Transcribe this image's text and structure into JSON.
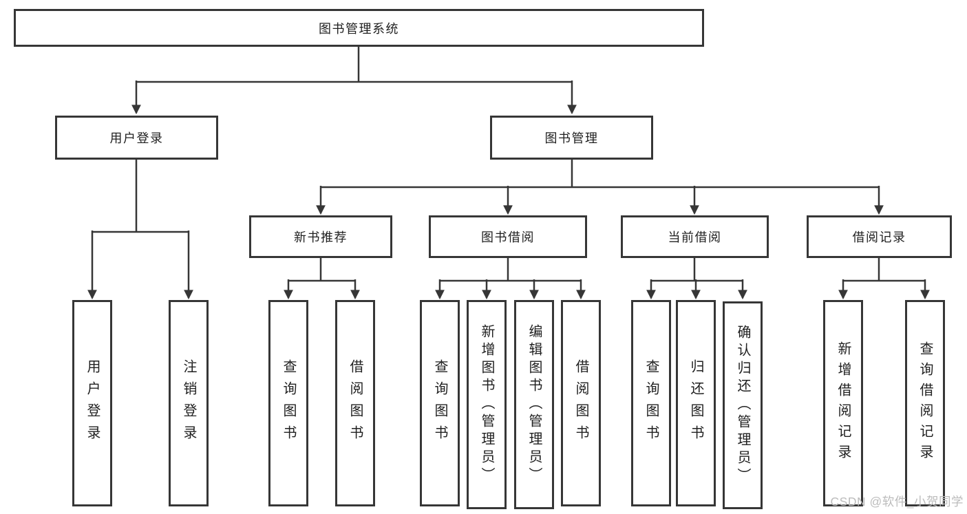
{
  "diagram": {
    "root": {
      "label": "图书管理系统"
    },
    "level2": [
      {
        "label": "用户登录"
      },
      {
        "label": "图书管理"
      }
    ],
    "level3": [
      {
        "label": "新书推荐",
        "parent": "图书管理"
      },
      {
        "label": "图书借阅",
        "parent": "图书管理"
      },
      {
        "label": "当前借阅",
        "parent": "图书管理"
      },
      {
        "label": "借阅记录",
        "parent": "图书管理"
      }
    ],
    "leaves": [
      {
        "label": "用户登录",
        "parent": "用户登录"
      },
      {
        "label": "注销登录",
        "parent": "用户登录"
      },
      {
        "label": "查询图书",
        "parent": "新书推荐"
      },
      {
        "label": "借阅图书",
        "parent": "新书推荐"
      },
      {
        "label": "查询图书",
        "parent": "图书借阅"
      },
      {
        "label": "新增图书（管理员）",
        "parent": "图书借阅"
      },
      {
        "label": "编辑图书（管理员）",
        "parent": "图书借阅"
      },
      {
        "label": "借阅图书",
        "parent": "图书借阅"
      },
      {
        "label": "查询图书",
        "parent": "当前借阅"
      },
      {
        "label": "归还图书",
        "parent": "当前借阅"
      },
      {
        "label": "确认归还（管理员）",
        "parent": "当前借阅"
      },
      {
        "label": "新增借阅记录",
        "parent": "借阅记录"
      },
      {
        "label": "查询借阅记录",
        "parent": "借阅记录"
      }
    ]
  },
  "watermark": {
    "text": "CSDN @软件_小贺同学"
  },
  "colors": {
    "line": "#363636",
    "text": "#1f1f1f",
    "background": "#ffffff",
    "watermark": "#bcbcbc"
  }
}
